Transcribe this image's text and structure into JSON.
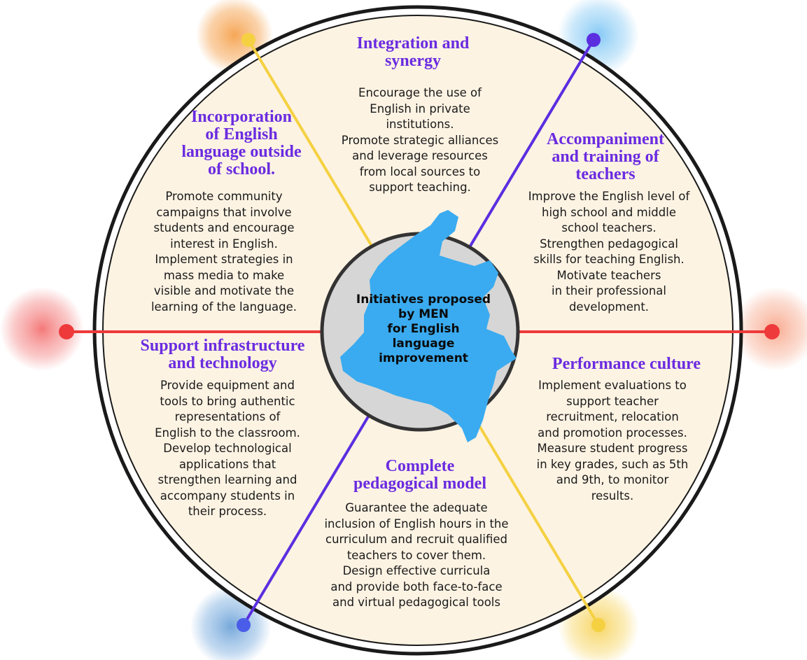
{
  "center": {
    "label": "Initiatives proposed\nby MEN\nfor English\nlanguage\nimprovement"
  },
  "sections": {
    "integration": {
      "title": "Integration and\nsynergy",
      "text": "Encourage the use of\nEnglish in private\ninstitutions.\nPromote strategic alliances\nand leverage resources\nfrom local sources to\nsupport teaching."
    },
    "accompaniment": {
      "title": "Accompaniment\nand training of\nteachers",
      "text": "Improve the English level of\nhigh school and middle\nschool teachers.\nStrengthen pedagogical\nskills for teaching English.\nMotivate teachers\nin their professional\ndevelopment."
    },
    "performance": {
      "title": "Performance culture",
      "text": "Implement evaluations to\nsupport teacher\nrecruitment, relocation\nand promotion processes.\nMeasure student progress\nin key grades, such as 5th\nand 9th, to monitor\nresults."
    },
    "pedagogical": {
      "title": "Complete\npedagogical model",
      "text": "Guarantee the adequate\ninclusion of English hours in the\ncurriculum and recruit qualified\nteachers to cover them.\nDesign effective curricula\nand provide both face-to-face\nand virtual pedagogical tools"
    },
    "infrastructure": {
      "title": "Support infrastructure\nand technology",
      "text": "Provide equipment and\ntools to bring authentic\nrepresentations of\nEnglish to the classroom.\nDevelop technological\napplications that\nstrengthen learning and\naccompany students in\ntheir process."
    },
    "outside_school": {
      "title": "Incorporation\nof English\nlanguage outside\nof school.",
      "text": "Promote community\ncampaigns that involve\nstudents and encourage\ninterest in English.\nImplement strategies in\nmass media to make\nvisible and motivate the\nlearning of the language."
    }
  },
  "colors": {
    "ring_fill": "#fdf3e3",
    "ring_stroke": "#1a1a1a",
    "title": "#6a2be0",
    "map": "#3aabf0",
    "center_circle": "#d6d6d6",
    "line_yellow": "#f5d142",
    "line_purple": "#5b2ee0",
    "line_red": "#ee3a3a"
  }
}
